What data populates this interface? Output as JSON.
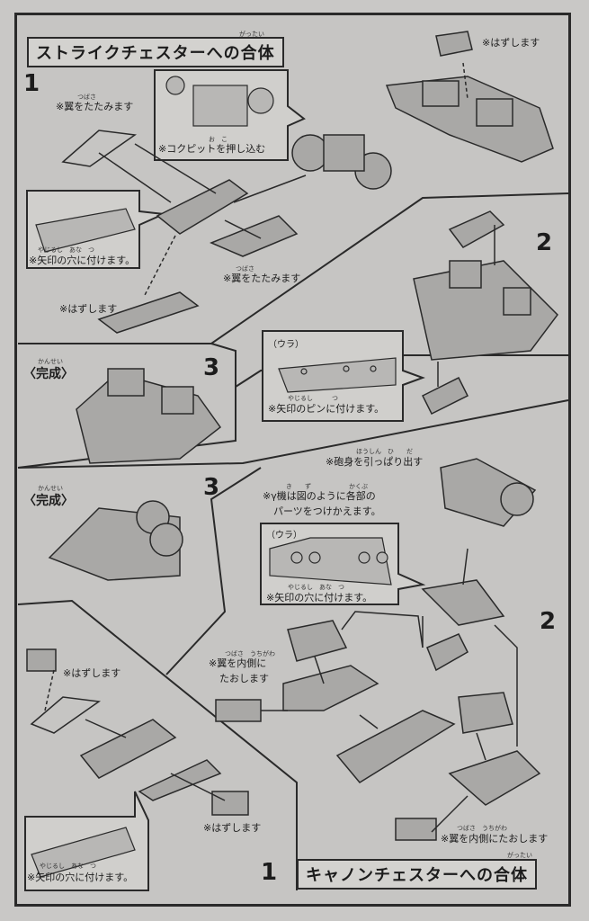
{
  "top_section": {
    "title": "ストライクチェスターへの合体",
    "title_furigana": "がったい",
    "step1": "1",
    "fold_wing_1": "※翼をたたみます",
    "fold_wing_1_furigana": "つばさ",
    "cockpit": "※コクピットを押し込む",
    "cockpit_furigana": "お　こ",
    "remove_1": "※はずします",
    "attach_arrow_hole_1": "※矢印の穴に付けます。",
    "attach_arrow_hole_1_furigana": "やじるし　あな　つ",
    "fold_wing_2": "※翼をたたみます",
    "fold_wing_2_furigana": "つばさ",
    "remove_2": "※はずします",
    "step2": "2",
    "step3": "3",
    "complete": "〈完成〉",
    "complete_furigana": "かんせい",
    "ura": "（ウラ）",
    "attach_pin": "※矢印のピンに付けます。",
    "attach_pin_furigana": "やじるし　　　つ"
  },
  "bottom_section": {
    "title": "キャノンチェスターへの合体",
    "title_furigana": "がったい",
    "step1": "1",
    "step2": "2",
    "step3": "3",
    "complete": "〈完成〉",
    "complete_furigana": "かんせい",
    "pull_barrel": "※砲身を引っぱり出す",
    "pull_barrel_furigana": "ほうしん　ひ　　だ",
    "gamma_line1": "※γ機は図のように各部の",
    "gamma_line1_furigana": "き　　ず　　　　　　かくぶ",
    "gamma_line2": "パーツをつけかえます。",
    "ura": "（ウラ）",
    "attach_arrow_hole": "※矢印の穴に付けます。",
    "attach_arrow_hole_furigana": "やじるし　あな　つ",
    "wing_inward_1a": "※翼を内側に",
    "wing_inward_1a_furigana": "つばさ　うちがわ",
    "wing_inward_1b": "たおします",
    "remove_1": "※はずします",
    "remove_2": "※はずします",
    "attach_arrow_hole_2": "※矢印の穴に付けます。",
    "attach_arrow_hole_2_furigana": "やじるし　あな　つ",
    "wing_inward_2": "※翼を内側にたおします",
    "wing_inward_2_furigana": "つばさ　うちがわ"
  }
}
